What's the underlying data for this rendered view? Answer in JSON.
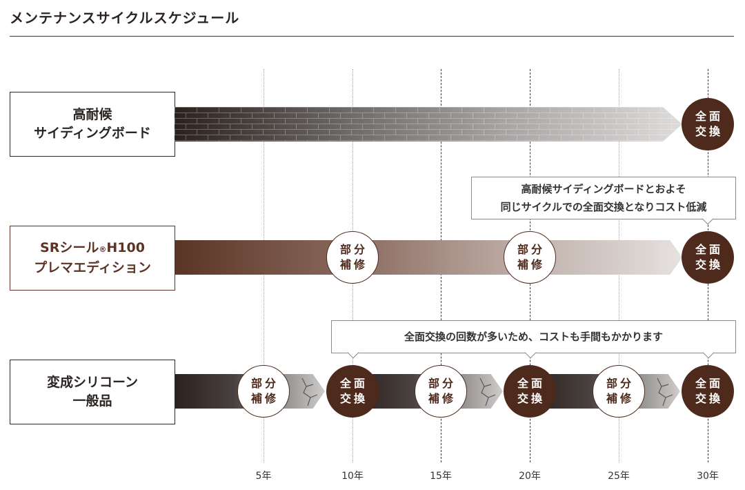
{
  "title": "メンテナンスサイクルスケジュール",
  "axis": {
    "ticks": [
      "5年",
      "10年",
      "15年",
      "20年",
      "25年",
      "30年"
    ]
  },
  "rows": [
    {
      "label_lines": [
        "高耐候",
        "サイディングボード"
      ],
      "events": [
        {
          "year": 30,
          "type": "replace",
          "lines": [
            "全面",
            "交換"
          ]
        }
      ]
    },
    {
      "label_line1_pre": "SRシール",
      "label_mark": "®",
      "label_line1_post": "H100",
      "label_line2": "プレマエディション",
      "events": [
        {
          "year": 10,
          "type": "repair",
          "lines": [
            "部分",
            "補修"
          ]
        },
        {
          "year": 20,
          "type": "repair",
          "lines": [
            "部分",
            "補修"
          ]
        },
        {
          "year": 30,
          "type": "replace",
          "lines": [
            "全面",
            "交換"
          ]
        }
      ]
    },
    {
      "label_lines": [
        "変成シリコーン",
        "一般品"
      ],
      "events": [
        {
          "year": 5,
          "type": "repair",
          "lines": [
            "部分",
            "補修"
          ]
        },
        {
          "year": 10,
          "type": "replace",
          "lines": [
            "全面",
            "交換"
          ]
        },
        {
          "year": 15,
          "type": "repair",
          "lines": [
            "部分",
            "補修"
          ]
        },
        {
          "year": 20,
          "type": "replace",
          "lines": [
            "全面",
            "交換"
          ]
        },
        {
          "year": 25,
          "type": "repair",
          "lines": [
            "部分",
            "補修"
          ]
        },
        {
          "year": 30,
          "type": "replace",
          "lines": [
            "全面",
            "交換"
          ]
        }
      ]
    }
  ],
  "callouts": {
    "premier": [
      "高耐候サイディングボードとおよそ",
      "同じサイクルでの全面交換となりコスト低減"
    ],
    "general": "全面交換の回数が多いため、コストも手間もかかります"
  },
  "colors": {
    "brown": "#4e2a1d",
    "dark": "#2b211d"
  }
}
